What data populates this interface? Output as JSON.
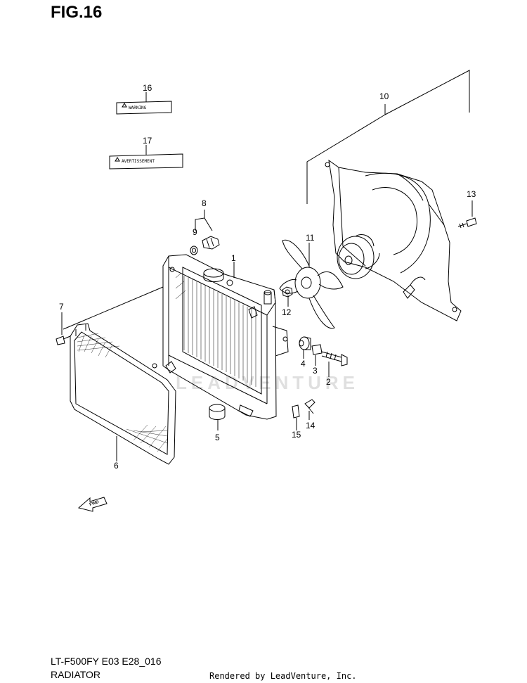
{
  "figure_title": "FIG.16",
  "labels": {
    "warning_label_text": "WARNING",
    "avertissement_label_text": "AVERTISSEMENT"
  },
  "callouts": [
    {
      "id": "c1",
      "text": "1"
    },
    {
      "id": "c2",
      "text": "2"
    },
    {
      "id": "c3",
      "text": "3"
    },
    {
      "id": "c4",
      "text": "4"
    },
    {
      "id": "c5",
      "text": "5"
    },
    {
      "id": "c6",
      "text": "6"
    },
    {
      "id": "c7",
      "text": "7"
    },
    {
      "id": "c8",
      "text": "8"
    },
    {
      "id": "c9",
      "text": "9"
    },
    {
      "id": "c10",
      "text": "10"
    },
    {
      "id": "c11",
      "text": "11"
    },
    {
      "id": "c12",
      "text": "12"
    },
    {
      "id": "c13",
      "text": "13"
    },
    {
      "id": "c14",
      "text": "14"
    },
    {
      "id": "c15",
      "text": "15"
    },
    {
      "id": "c16",
      "text": "16"
    },
    {
      "id": "c17",
      "text": "17"
    }
  ],
  "fwd_arrow_text": "FWD",
  "watermark_text": "LEADVENTURE",
  "footer": {
    "model_code": "LT-F500FY E03 E28_016",
    "section_name": "RADIATOR",
    "rendered_by": "Rendered by LeadVenture, Inc."
  }
}
